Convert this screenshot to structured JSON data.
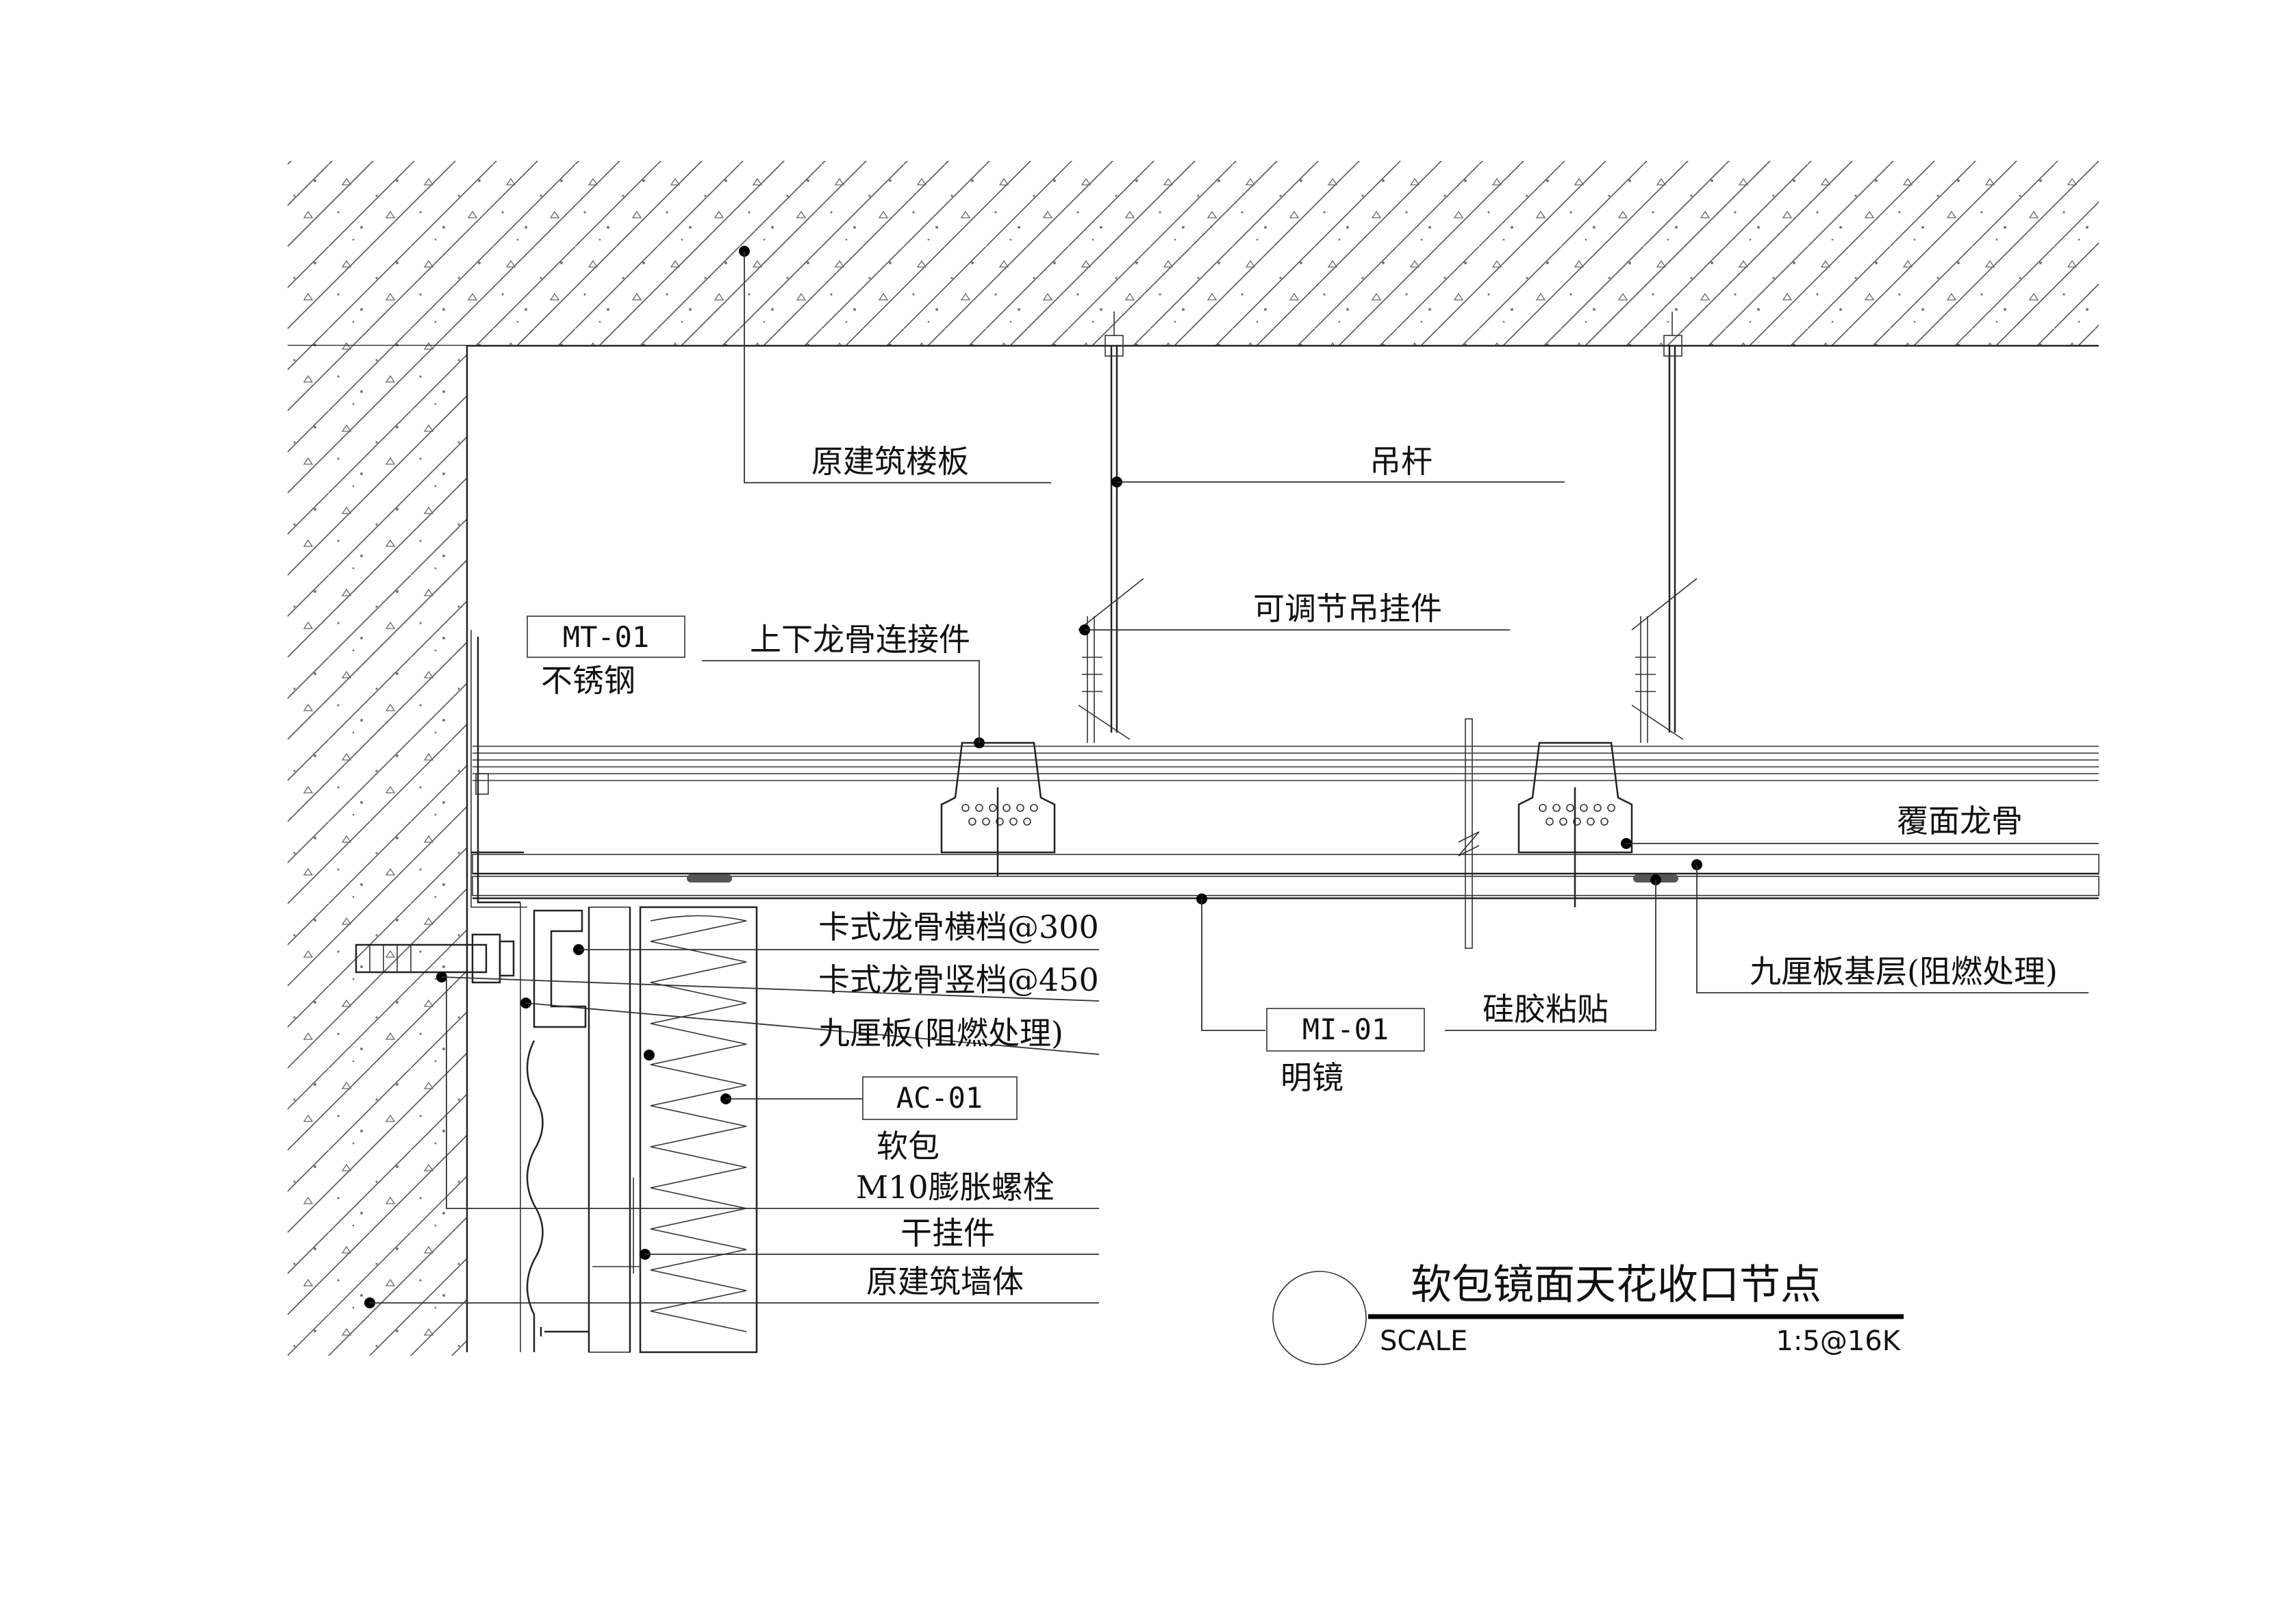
{
  "labels": {
    "floor_slab": "原建筑楼板",
    "hanger_rod": "吊杆",
    "adjustable_hanger": "可调节吊挂件",
    "connector": "上下龙骨连接件",
    "cover_keel": "覆面龙骨",
    "plywood_base": "九厘板基层(阻燃处理)",
    "silicone": "硅胶粘贴",
    "clip_keel_horizontal": "卡式龙骨横档@300",
    "clip_keel_vertical": "卡式龙骨竖档@450",
    "plywood": "九厘板(阻燃处理)",
    "soft_pack": "软包",
    "expansion_bolt": "M10膨胀螺栓",
    "dry_hanger": "干挂件",
    "wall": "原建筑墙体",
    "mirror": "明镜",
    "stainless": "不锈钢"
  },
  "tags": {
    "mt": "MT-01",
    "ac": "AC-01",
    "mi": "MI-01"
  },
  "title_block": {
    "title": "软包镜面天花收口节点",
    "scale_label": "SCALE",
    "scale_value": "1:5@16K"
  }
}
